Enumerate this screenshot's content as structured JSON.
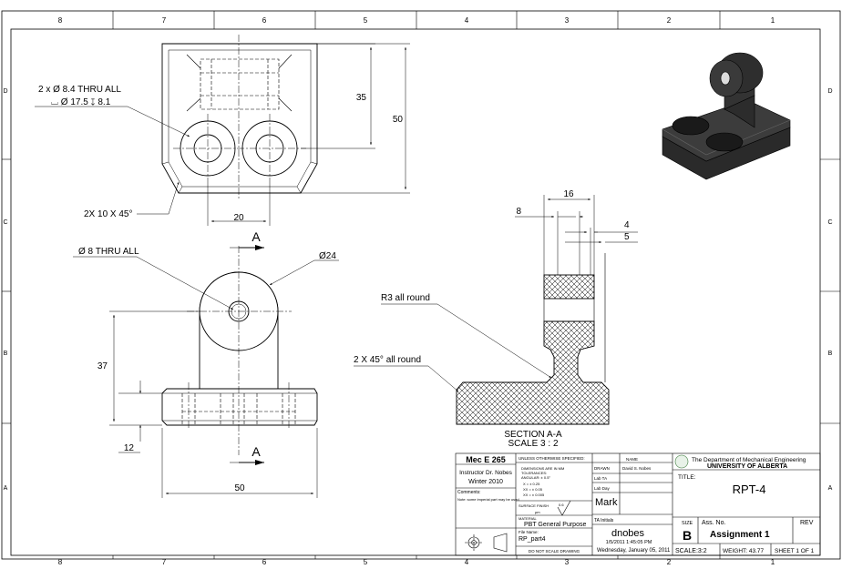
{
  "frame": {
    "top_zones": [
      "8",
      "7",
      "6",
      "5",
      "4",
      "3",
      "2",
      "1"
    ],
    "bottom_zones": [
      "8",
      "7",
      "6",
      "5",
      "4",
      "3",
      "2",
      "1"
    ],
    "left_zones": [
      "D",
      "C",
      "B",
      "A"
    ],
    "right_zones": [
      "D",
      "C",
      "B",
      "A"
    ]
  },
  "top_view": {
    "hole_callout_line1": "2 x Ø 8.4 THRU ALL",
    "hole_callout_line2": "⌴ Ø 17.5 ↧ 8.1",
    "chamfer_note": "2X 10 X 45°",
    "dim_35": "35",
    "dim_50": "50",
    "dim_20": "20"
  },
  "front_view": {
    "hole_note": "Ø 8 THRU ALL",
    "dia_24": "Ø24",
    "dim_37": "37",
    "dim_12": "12",
    "dim_50": "50",
    "section_letter_top": "A",
    "section_letter_bottom": "A"
  },
  "section_view": {
    "dim_16": "16",
    "dim_8": "8",
    "dim_4": "4",
    "dim_5": "5",
    "round_note": "R3 all round",
    "chamfer_note": "2 X 45° all round",
    "title_line1": "SECTION A-A",
    "title_line2": "SCALE 3 : 2"
  },
  "title_block": {
    "course": "Mec E 265",
    "instructor": "Instructor Dr. Nobes",
    "term": "Winter 2010",
    "comments_label": "Comments:",
    "comments_note": "Note: some imperial part may be used",
    "unless": "UNLESS OTHERWISE SPECIFIED:",
    "tolerance_line1": "DIMENSIONS ARE IN MM",
    "tolerance_line2": "TOLERANCES:",
    "tolerance_line3": "ANGULAR: ± 0.5°",
    "tolerance_line4": "X  = ± 0.25",
    "tolerance_line5": "XX = ± 0.05",
    "tolerance_line6": "XX = ± 0.005",
    "surface_label": "SURFACE FINISH",
    "surface_unit": "µm",
    "surface_value": "0.6",
    "material_label": "MATERIAL",
    "material": "PBT General Purpose",
    "filename_label": "File Name:",
    "filename": "RP_part4",
    "noscale": "DO NOT SCALE DRAWING",
    "name_header": "NAME",
    "drawn_label": "DRAWN",
    "drawn_name": "David S. Nobes",
    "labta_label": "Lab TA",
    "labday_label": "Lab Day",
    "mark_label": "Mark",
    "ta_initials_label": "TA Initials",
    "user": "dnobes",
    "date_short": "1/5/2011 1:45:05 PM",
    "date_long": "Wednesday, January 05, 2011",
    "dept_line1": "The Department of Mechanical Engineering",
    "dept_line2": "UNIVERSITY OF ALBERTA",
    "title_label": "TITLE:",
    "drawing_title": "RPT-4",
    "size_label": "SIZE",
    "size_value": "B",
    "assno_label": "Ass. No.",
    "assno_value": "Assignment 1",
    "rev_label": "REV",
    "scale": "SCALE:3:2",
    "weight": "WEIGHT: 43.77",
    "sheet": "SHEET 1 OF 1"
  },
  "colors": {
    "line": "#000000",
    "part_dark": "#2a2a2a",
    "part_face": "#3c3c3c",
    "logo_green": "#3a7a3a"
  }
}
